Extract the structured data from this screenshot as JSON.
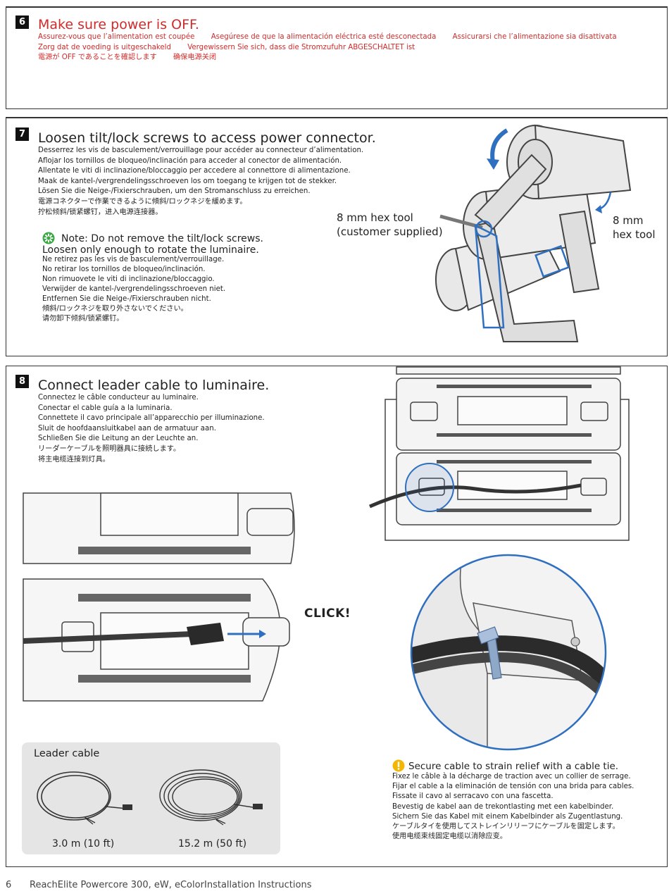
{
  "step6": {
    "number": "6",
    "title": "Make sure power is OFF.",
    "translations": [
      [
        "Assurez-vous que l’alimentation est coupée",
        "Asegúrese de que la alimentación eléctrica esté desconectada",
        "Assicurarsi che l’alimentazione sia disattivata"
      ],
      [
        "Zorg dat de voeding is uitgeschakeld",
        "Vergewissern Sie sich, dass die Stromzufuhr ABGESCHALTET ist"
      ],
      [
        "電源が OFF であることを確認します",
        "确保电源关闭"
      ]
    ]
  },
  "step7": {
    "number": "7",
    "title": "Loosen tilt/lock screws to access power connector.",
    "translations": [
      "Desserrez les vis de basculement/verrouillage pour accéder au connecteur d’alimentation.",
      "Aflojar los tornillos de bloqueo/inclinación para acceder al conector de alimentación.",
      "Allentate le viti di inclinazione/bloccaggio per accedere al connettore di alimentazione.",
      "Maak de kantel-/vergrendelingsschroeven los om toegang te krijgen tot de stekker.",
      "Lösen Sie die Neige-/Fixierschrauben, um den Stromanschluss zu erreichen.",
      "電源コネクターで作業できるように傾斜/ロックネジを緩めます。",
      "拧松倾斜/锁紧螺钉，进入电源连接器。"
    ],
    "note_line1": "Note: Do not remove the tilt/lock screws.",
    "note_line2": "Loosen only enough to rotate the luminaire.",
    "note_translations": [
      "Ne retirez pas les vis de basculement/verrouillage.",
      "No retirar los tornillos de bloqueo/inclinación.",
      "Non rimuovete le viti di inclinazione/bloccaggio.",
      "Verwijder de kantel-/vergrendelingsschroeven niet.",
      "Entfernen Sie die Neige-/Fixierschrauben nicht.",
      "傾斜/ロックネジを取り外さないでください。",
      "请勿卸下倾斜/锁紧螺钉。"
    ],
    "tool_left_line1": "8 mm hex tool",
    "tool_left_line2": "(customer supplied)",
    "tool_right_line1": "8 mm",
    "tool_right_line2": "hex tool"
  },
  "step8": {
    "number": "8",
    "title": "Connect leader cable to luminaire.",
    "translations": [
      "Connectez le câble conducteur au luminaire.",
      "Conectar el cable guía a la luminaria.",
      "Connettete il cavo principale all’apparecchio per illuminazione.",
      "Sluit de hoofdaansluitkabel aan de armatuur aan.",
      "Schließen Sie die Leitung an der Leuchte an.",
      "リーダーケーブルを照明器具に接続します。",
      "将主电缆连接到灯具。"
    ],
    "click_label": "CLICK!",
    "leader_cable": {
      "title": "Leader cable",
      "lengths": [
        "3.0 m (10 ft)",
        "15.2 m (50 ft)"
      ]
    },
    "secure_title": "Secure cable to strain relief with a cable tie.",
    "secure_translations": [
      "Fixez le câble à la décharge de traction avec un collier de serrage.",
      "Fijar el cable a la eliminación de tensión con una brida para cables.",
      "Fissate il cavo al serracavo con una fascetta.",
      "Bevestig de kabel aan de trekontlasting met een kabelbinder.",
      "Sichern Sie das Kabel mit einem Kabelbinder als Zugentlastung.",
      "ケーブルタイを使用してストレインリリーフにケーブルを固定します。",
      "使用电缆束线固定电缆以消除应变。"
    ]
  },
  "footer": {
    "page_number": "6",
    "product": "ReachElite Powercore 300, eW, eColor",
    "doc": "Installation Instructions"
  },
  "colors": {
    "warning_red": "#d22a2a",
    "accent_blue": "#2f6fbf",
    "note_green": "#3aa845",
    "caution_yellow": "#f2b705"
  }
}
